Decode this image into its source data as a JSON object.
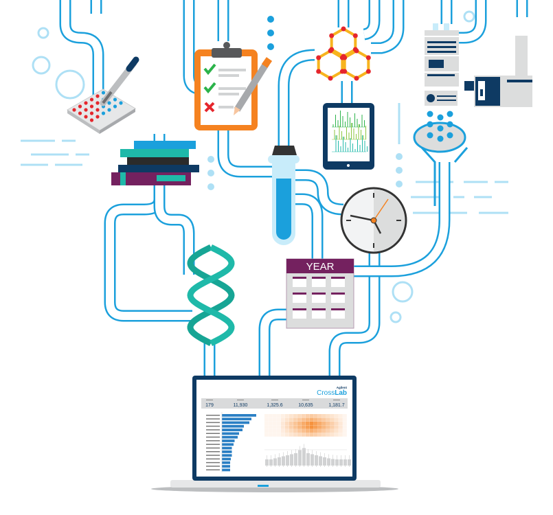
{
  "colors": {
    "pipe": "#1ba0dc",
    "light_blue": "#aee0f5",
    "navy": "#0e3a63",
    "purple": "#74215f",
    "teal": "#1fb9a9",
    "orange": "#f58220",
    "gray": "#dcdddd"
  },
  "calendar": {
    "title": "YEAR"
  },
  "laptop": {
    "logo": {
      "brand": "Agilent",
      "product_a": "Cross",
      "product_b": "Lab"
    },
    "stats": [
      "179",
      "11,930",
      "1,325.6",
      "10,635",
      "1,181.7"
    ],
    "bar_chart": {
      "type": "bar",
      "orientation": "horizontal",
      "relative_values": [
        1.0,
        0.86,
        0.8,
        0.64,
        0.6,
        0.5,
        0.46,
        0.37,
        0.34,
        0.29,
        0.29,
        0.29,
        0.26,
        0.24,
        0.24,
        0.24
      ]
    },
    "box_plot": {
      "type": "box",
      "relative_medians": [
        0.3,
        0.3,
        0.35,
        0.4,
        0.45,
        0.5,
        0.55,
        0.6,
        0.75,
        0.85,
        0.6,
        0.55,
        0.5,
        0.45,
        0.4,
        0.35,
        0.32,
        0.3,
        0.3,
        0.3,
        0.3
      ]
    }
  },
  "icons": [
    "microplate-pipette-icon",
    "books-icon",
    "clipboard-checklist-icon",
    "test-tube-icon",
    "molecule-hexagon-icon",
    "tablet-chromatogram-icon",
    "lab-instrument-icon",
    "funnel-icon",
    "clock-icon",
    "dna-icon",
    "calendar-icon",
    "laptop-dashboard-icon"
  ]
}
